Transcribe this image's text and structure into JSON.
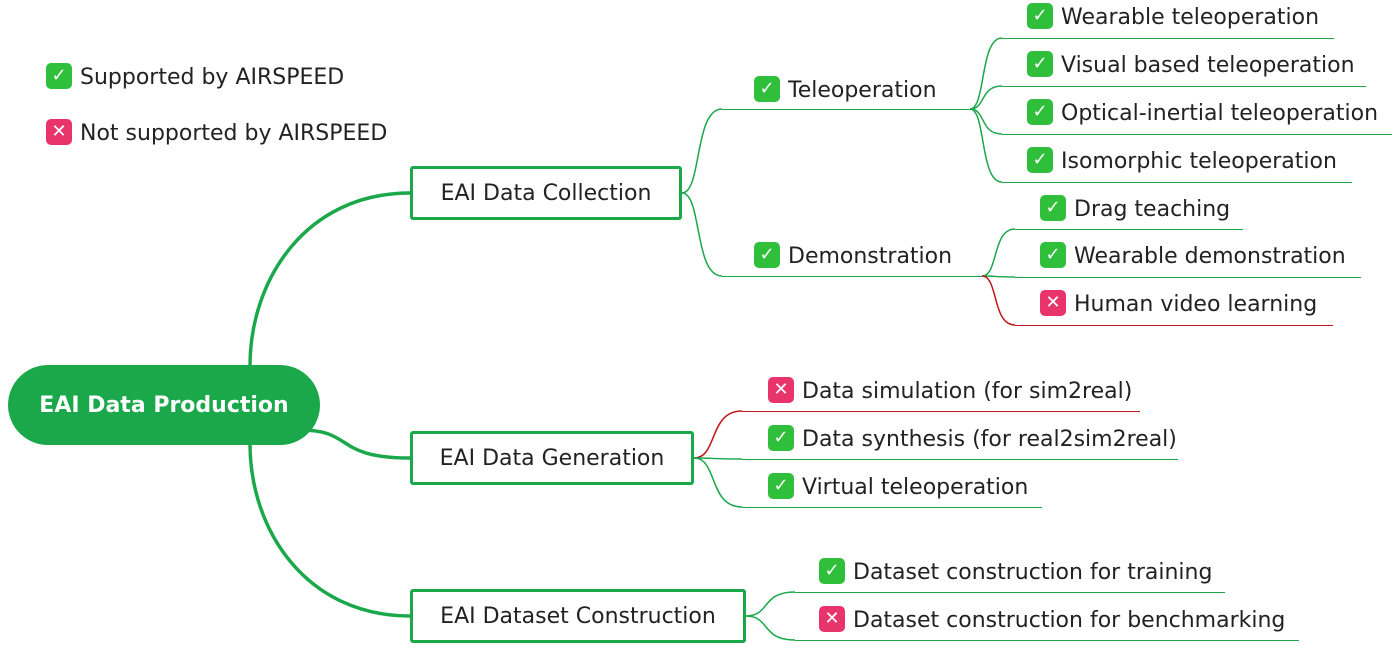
{
  "colors": {
    "green": "#1aa84a",
    "red": "#c0161c",
    "root_fill": "#1aa84a",
    "check": "#2fbf3a",
    "cross": "#e8336b"
  },
  "legend": {
    "supported": {
      "icon": "check-icon",
      "label": "Supported by AIRSPEED"
    },
    "not_supported": {
      "icon": "cross-icon",
      "label": "Not supported by AIRSPEED"
    }
  },
  "root": {
    "label": "EAI Data Production"
  },
  "branches": [
    {
      "label": "EAI Data Collection",
      "subbranches": [
        {
          "label": "Teleoperation",
          "supported": true,
          "leaves": [
            {
              "label": "Wearable teleoperation",
              "supported": true
            },
            {
              "label": "Visual based teleoperation",
              "supported": true
            },
            {
              "label": "Optical-inertial teleoperation",
              "supported": true
            },
            {
              "label": "Isomorphic teleoperation",
              "supported": true
            }
          ]
        },
        {
          "label": "Demonstration",
          "supported": true,
          "leaves": [
            {
              "label": "Drag teaching",
              "supported": true
            },
            {
              "label": "Wearable demonstration",
              "supported": true
            },
            {
              "label": "Human video learning",
              "supported": false
            }
          ]
        }
      ]
    },
    {
      "label": "EAI Data Generation",
      "leaves": [
        {
          "label": "Data simulation (for sim2real)",
          "supported": false
        },
        {
          "label": "Data synthesis (for real2sim2real)",
          "supported": true
        },
        {
          "label": "Virtual teleoperation",
          "supported": true
        }
      ]
    },
    {
      "label": "EAI Dataset Construction",
      "leaves": [
        {
          "label": "Dataset construction for training",
          "supported": true
        },
        {
          "label": "Dataset construction for benchmarking",
          "supported": false
        }
      ]
    }
  ]
}
